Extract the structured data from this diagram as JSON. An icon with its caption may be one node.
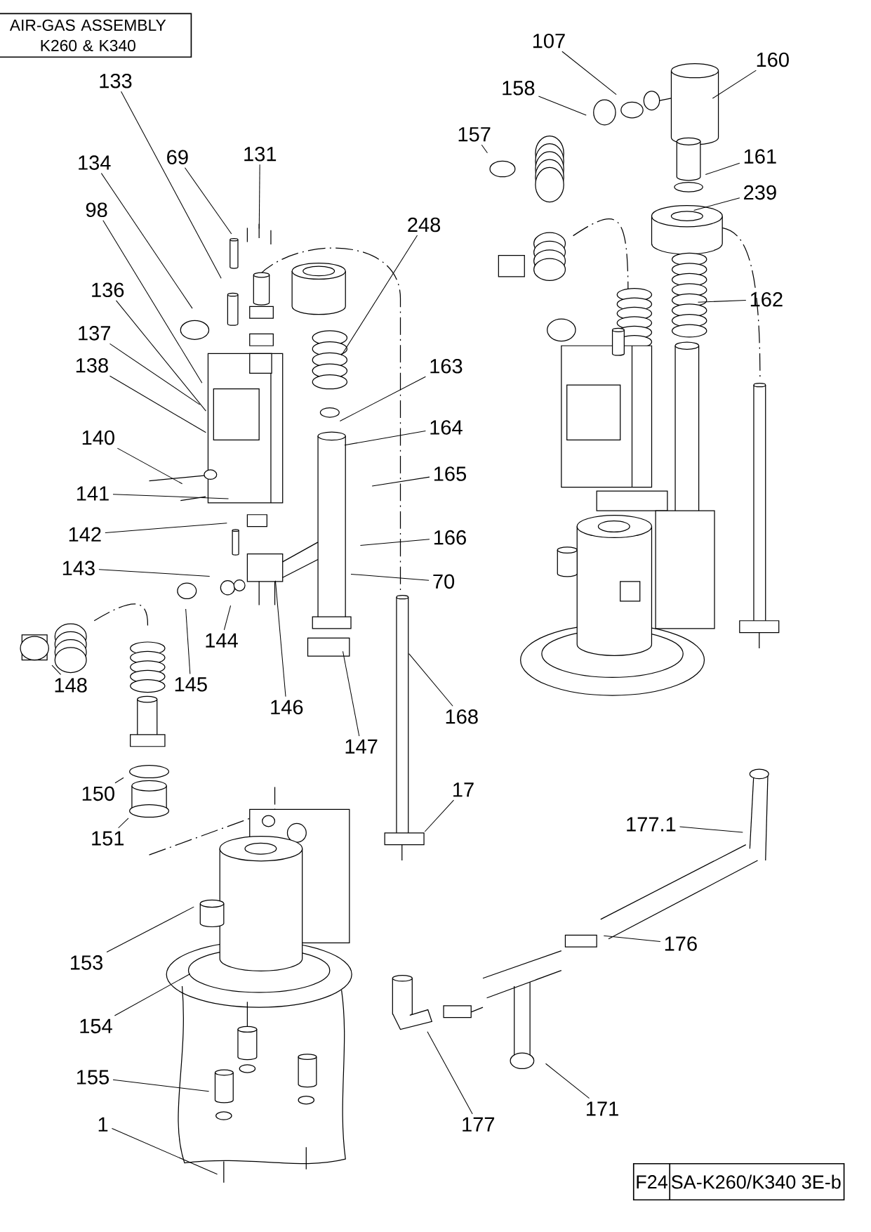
{
  "diagram": {
    "title": "AIR-GAS ASSEMBLY K260 & K340",
    "nodes": [
      {
        "text": [
          "133"
        ]
      },
      {
        "text": [
          "107"
        ]
      },
      {
        "text": [
          "160"
        ]
      },
      {
        "text": [
          "158"
        ]
      },
      {
        "text": [
          "157"
        ]
      },
      {
        "text": [
          "131"
        ]
      },
      {
        "text": [
          "69"
        ]
      },
      {
        "text": [
          "134"
        ]
      },
      {
        "text": [
          "161"
        ]
      },
      {
        "text": [
          "239"
        ]
      },
      {
        "text": [
          "98"
        ]
      },
      {
        "text": [
          "248"
        ]
      },
      {
        "text": [
          "136"
        ]
      },
      {
        "text": [
          "162"
        ]
      },
      {
        "text": [
          "137"
        ]
      },
      {
        "text": [
          "163"
        ]
      },
      {
        "text": [
          "138"
        ]
      },
      {
        "text": [
          "164"
        ]
      },
      {
        "text": [
          "140"
        ]
      },
      {
        "text": [
          "165"
        ]
      },
      {
        "text": [
          "141"
        ]
      },
      {
        "text": [
          "142"
        ]
      },
      {
        "text": [
          "166"
        ]
      },
      {
        "text": [
          "143"
        ]
      },
      {
        "text": [
          "70"
        ]
      },
      {
        "text": [
          "144"
        ]
      },
      {
        "text": [
          "148"
        ]
      },
      {
        "text": [
          "145"
        ]
      },
      {
        "text": [
          "146"
        ]
      },
      {
        "text": [
          "168"
        ]
      },
      {
        "text": [
          "147"
        ]
      },
      {
        "text": [
          "17"
        ]
      },
      {
        "text": [
          "150"
        ]
      },
      {
        "text": [
          "177.1"
        ]
      },
      {
        "text": [
          "151"
        ]
      },
      {
        "text": [
          "176"
        ]
      },
      {
        "text": [
          "153"
        ]
      },
      {
        "text": [
          "154"
        ]
      },
      {
        "text": [
          "155"
        ]
      },
      {
        "text": [
          "171"
        ]
      },
      {
        "text": [
          "1"
        ]
      },
      {
        "text": [
          "177"
        ]
      }
    ],
    "edges": [
      {
        "from": 0,
        "to": null,
        "arrow": "none"
      },
      {
        "from": 1,
        "to": null,
        "arrow": "none"
      },
      {
        "from": 2,
        "to": null,
        "arrow": "none"
      },
      {
        "from": 3,
        "to": null,
        "arrow": "none"
      },
      {
        "from": 4,
        "to": null,
        "arrow": "none"
      },
      {
        "from": 5,
        "to": null,
        "arrow": "none"
      },
      {
        "from": 6,
        "to": null,
        "arrow": "none"
      },
      {
        "from": 7,
        "to": null,
        "arrow": "none"
      },
      {
        "from": 8,
        "to": null,
        "arrow": "none"
      },
      {
        "from": 9,
        "to": null,
        "arrow": "none"
      },
      {
        "from": 10,
        "to": null,
        "arrow": "none"
      },
      {
        "from": 11,
        "to": null,
        "arrow": "none"
      },
      {
        "from": 12,
        "to": null,
        "arrow": "none"
      },
      {
        "from": 13,
        "to": null,
        "arrow": "none"
      },
      {
        "from": 14,
        "to": null,
        "arrow": "none"
      },
      {
        "from": 15,
        "to": null,
        "arrow": "none"
      },
      {
        "from": 16,
        "to": null,
        "arrow": "none"
      },
      {
        "from": 17,
        "to": null,
        "arrow": "none"
      },
      {
        "from": 18,
        "to": null,
        "arrow": "none"
      },
      {
        "from": 19,
        "to": null,
        "arrow": "none"
      },
      {
        "from": 20,
        "to": null,
        "arrow": "none"
      },
      {
        "from": 21,
        "to": null,
        "arrow": "none"
      },
      {
        "from": 22,
        "to": null,
        "arrow": "none"
      },
      {
        "from": 23,
        "to": null,
        "arrow": "none"
      },
      {
        "from": 24,
        "to": null,
        "arrow": "none"
      },
      {
        "from": 25,
        "to": null,
        "arrow": "none"
      },
      {
        "from": 26,
        "to": null,
        "arrow": "none"
      },
      {
        "from": 27,
        "to": null,
        "arrow": "none"
      },
      {
        "from": 28,
        "to": null,
        "arrow": "none"
      },
      {
        "from": 29,
        "to": null,
        "arrow": "none"
      },
      {
        "from": 30,
        "to": null,
        "arrow": "none"
      },
      {
        "from": 31,
        "to": null,
        "arrow": "none"
      },
      {
        "from": 32,
        "to": null,
        "arrow": "none"
      },
      {
        "from": 33,
        "to": null,
        "arrow": "none"
      },
      {
        "from": 34,
        "to": null,
        "arrow": "none"
      },
      {
        "from": 35,
        "to": null,
        "arrow": "none"
      },
      {
        "from": 36,
        "to": null,
        "arrow": "none"
      },
      {
        "from": 37,
        "to": null,
        "arrow": "none"
      },
      {
        "from": 38,
        "to": null,
        "arrow": "none"
      },
      {
        "from": 39,
        "to": null,
        "arrow": "none"
      },
      {
        "from": 40,
        "to": null,
        "arrow": "none"
      },
      {
        "from": 41,
        "to": null,
        "arrow": "none"
      }
    ],
    "labels": [
      "F24",
      "SA-K260/K340 3E-b"
    ]
  }
}
